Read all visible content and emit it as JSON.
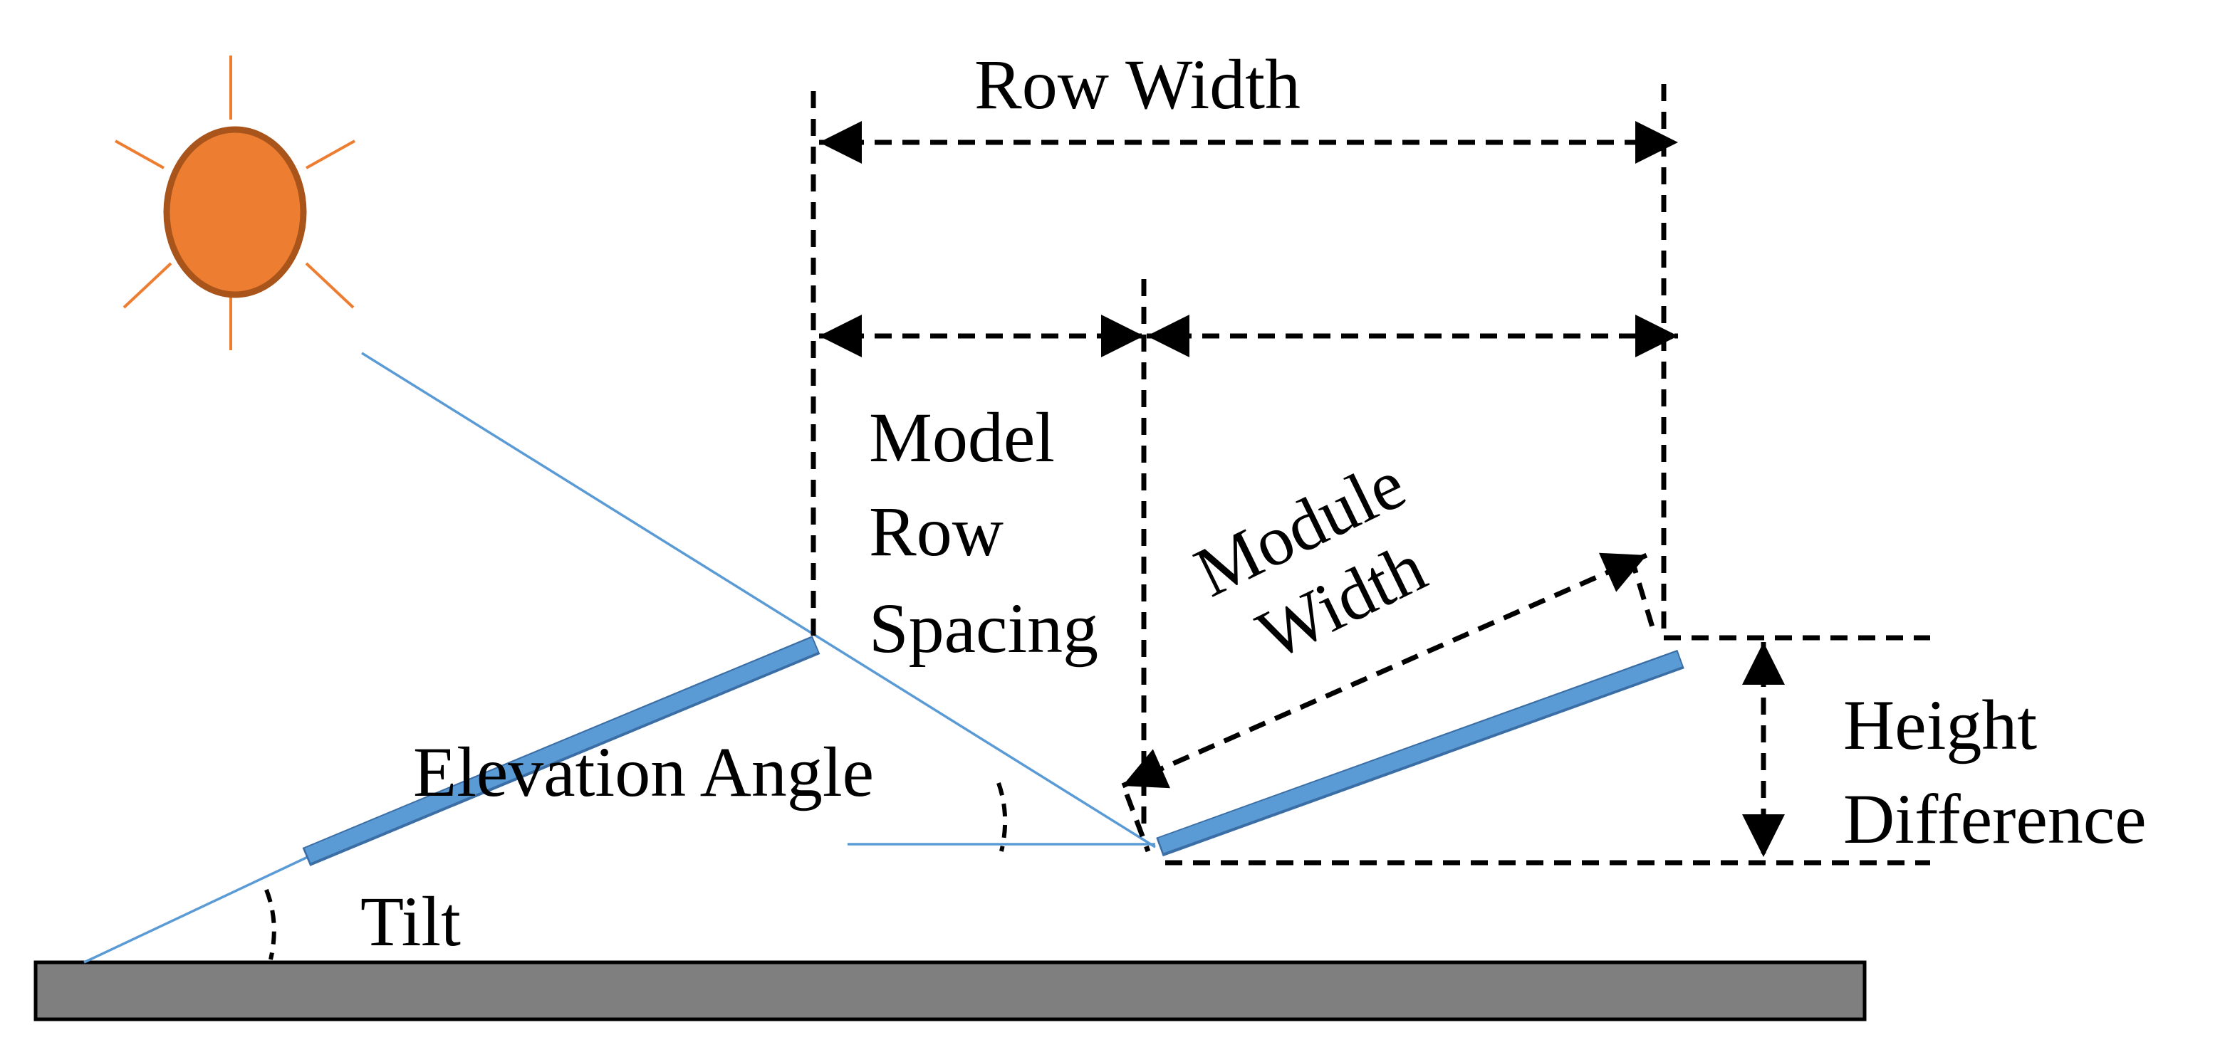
{
  "labels": {
    "row_width": "Row Width",
    "model_row_spacing": [
      "Model",
      "Row",
      "Spacing"
    ],
    "module_width": [
      "Module",
      "Width"
    ],
    "height_difference": [
      "Height",
      "Difference"
    ],
    "elevation_angle": "Elevation Angle",
    "tilt": "Tilt"
  },
  "colors": {
    "sun_fill": "#ed7d31",
    "sun_outline": "#a9541b",
    "sun_rays": "#ed7d31",
    "panel_fill": "#5b9bd5",
    "panel_edge": "#3a6ea5",
    "sight_line": "#5b9bd5",
    "ground_fill": "#7f7f7f",
    "dimension_lines": "#000000"
  },
  "icons": {
    "sun": "sun-icon",
    "arrowhead": "arrow-head"
  }
}
